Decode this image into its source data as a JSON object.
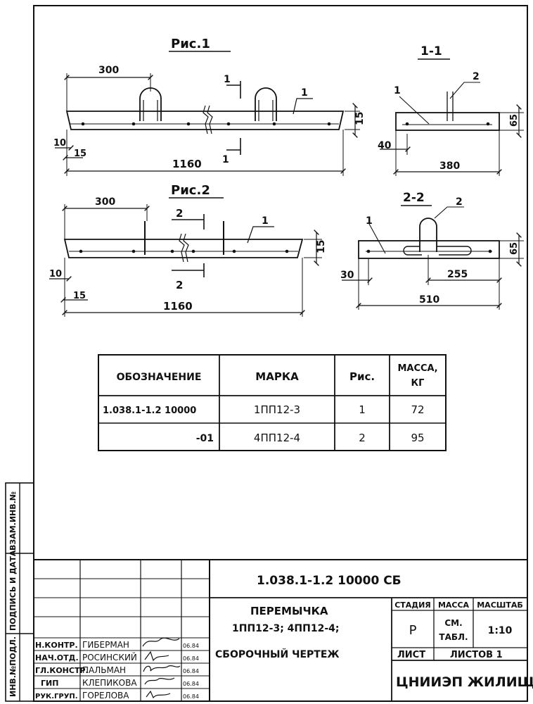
{
  "figures": {
    "fig1": {
      "title": "Рис.1",
      "dim_top": "300",
      "dim_height": "15",
      "dim_left_10": "10",
      "dim_left_15": "15",
      "dim_length": "1160",
      "section_mark": "1",
      "leader_1": "1"
    },
    "fig2": {
      "title": "Рис.2",
      "dim_top": "300",
      "dim_height": "15",
      "dim_left_10": "10",
      "dim_left_15": "15",
      "dim_length": "1160",
      "section_mark": "2",
      "leader_1": "1"
    },
    "sec11": {
      "title": "1-1",
      "leader_1": "1",
      "leader_2": "2",
      "dim_h": "65",
      "dim_40": "40",
      "dim_w": "380"
    },
    "sec22": {
      "title": "2-2",
      "leader_1": "1",
      "leader_2": "2",
      "dim_h": "65",
      "dim_30": "30",
      "dim_255": "255",
      "dim_w": "510"
    }
  },
  "spec_table": {
    "headers": [
      "ОБОЗНАЧЕНИЕ",
      "МАРКА",
      "Рис.",
      "МАССА,",
      "КГ"
    ],
    "rows": [
      [
        "1.038.1-1.2 10000",
        "1ПП12-3",
        "1",
        "72"
      ],
      [
        "-01",
        "4ПП12-4",
        "2",
        "95"
      ]
    ]
  },
  "title_block": {
    "doc_code": "1.038.1-1.2 10000 СБ",
    "name_line1": "ПЕРЕМЫЧКА",
    "name_line2": "1ПП12-3; 4ПП12-4;",
    "doc_type": "СБОРОЧНЫЙ ЧЕРТЕЖ",
    "stage_label": "СТАДИЯ",
    "mass_label": "МАССА",
    "scale_label": "МАСШТАБ",
    "stage_value": "Р",
    "mass_value_1": "СМ.",
    "mass_value_2": "ТАБЛ.",
    "scale_value": "1:10",
    "sheet_label": "ЛИСТ",
    "sheets_label": "ЛИСТОВ 1",
    "org": "ЦНИИЭП ЖИЛИЩА",
    "signatures": [
      {
        "role": "Н.КОНТР.",
        "name": "ГИБЕРМАН",
        "date": "06.84"
      },
      {
        "role": "НАЧ.ОТД.",
        "name": "РОСИНСКИЙ",
        "date": "06.84"
      },
      {
        "role": "ГЛ.КОНСТР.",
        "name": "ПАЛЬМАН",
        "date": "06.84"
      },
      {
        "role": "ГИП",
        "name": "КЛЕПИКОВА",
        "date": "06.84"
      },
      {
        "role": "РУК.ГРУП.",
        "name": "ГОРЕЛОВА",
        "date": "06.84"
      }
    ]
  },
  "side_stamp": {
    "inv_podl": "ИНВ.№ПОДЛ.",
    "podp_data": "ПОДПИСЬ И ДАТА",
    "vzam_inv": "ВЗАМ.ИНВ.№"
  }
}
